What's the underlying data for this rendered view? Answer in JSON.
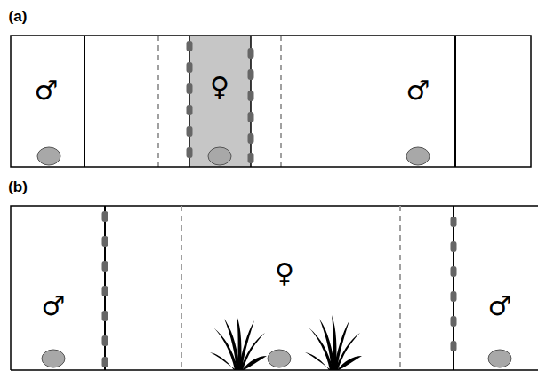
{
  "diagram": {
    "nodes": [
      {
        "text": [
          "(a)",
          "♂",
          "♂"
        ]
      },
      {
        "text": [
          "♀"
        ],
        "in": 0
      },
      {
        "text": [
          "(b)",
          "♂",
          "♀",
          "♂"
        ]
      }
    ]
  }
}
